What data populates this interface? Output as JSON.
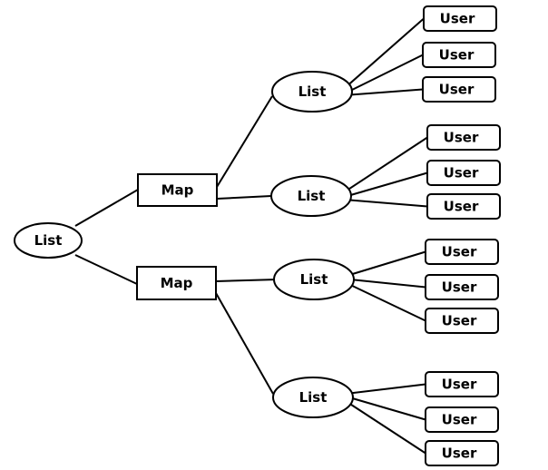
{
  "diagram": {
    "root": {
      "label": "List"
    },
    "maps": [
      {
        "label": "Map"
      },
      {
        "label": "Map"
      }
    ],
    "lists": [
      {
        "label": "List",
        "users": [
          "User",
          "User",
          "User"
        ]
      },
      {
        "label": "List",
        "users": [
          "User",
          "User",
          "User"
        ]
      },
      {
        "label": "List",
        "users": [
          "User",
          "User",
          "User"
        ]
      },
      {
        "label": "List",
        "users": [
          "User",
          "User",
          "User"
        ]
      }
    ]
  }
}
